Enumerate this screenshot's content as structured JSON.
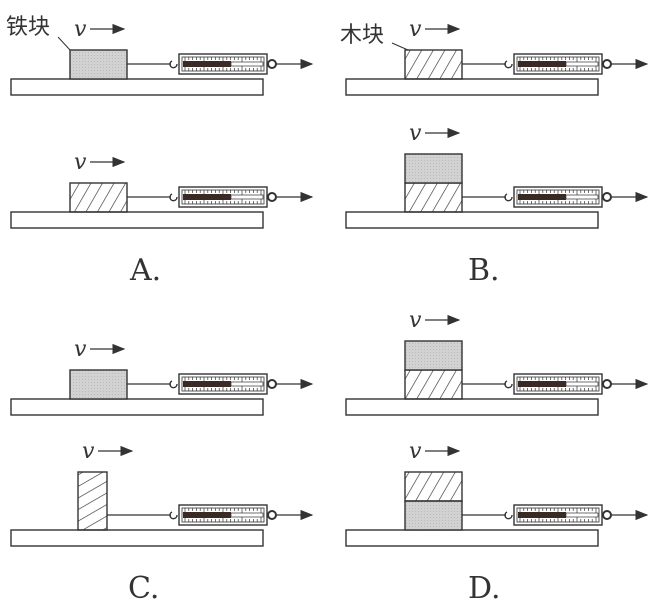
{
  "labels": {
    "iron_block": "铁块",
    "wood_block": "木块",
    "velocity": "v"
  },
  "options": [
    {
      "letter": "A.",
      "setups": [
        {
          "blocks": [
            "iron"
          ],
          "orientation": "flat"
        },
        {
          "blocks": [
            "wood"
          ],
          "orientation": "flat"
        }
      ]
    },
    {
      "letter": "B.",
      "setups": [
        {
          "blocks": [
            "wood"
          ],
          "orientation": "flat"
        },
        {
          "blocks": [
            "wood",
            "iron"
          ],
          "orientation": "stacked"
        }
      ]
    },
    {
      "letter": "C.",
      "setups": [
        {
          "blocks": [
            "iron"
          ],
          "orientation": "flat"
        },
        {
          "blocks": [
            "wood"
          ],
          "orientation": "upright"
        }
      ]
    },
    {
      "letter": "D.",
      "setups": [
        {
          "blocks": [
            "wood",
            "iron"
          ],
          "orientation": "stacked"
        },
        {
          "blocks": [
            "iron",
            "wood"
          ],
          "orientation": "stacked"
        }
      ]
    }
  ],
  "colors": {
    "ink": "#333333",
    "iron_fill": "#cfcfcf",
    "spring_dark": "#3a2a24"
  }
}
